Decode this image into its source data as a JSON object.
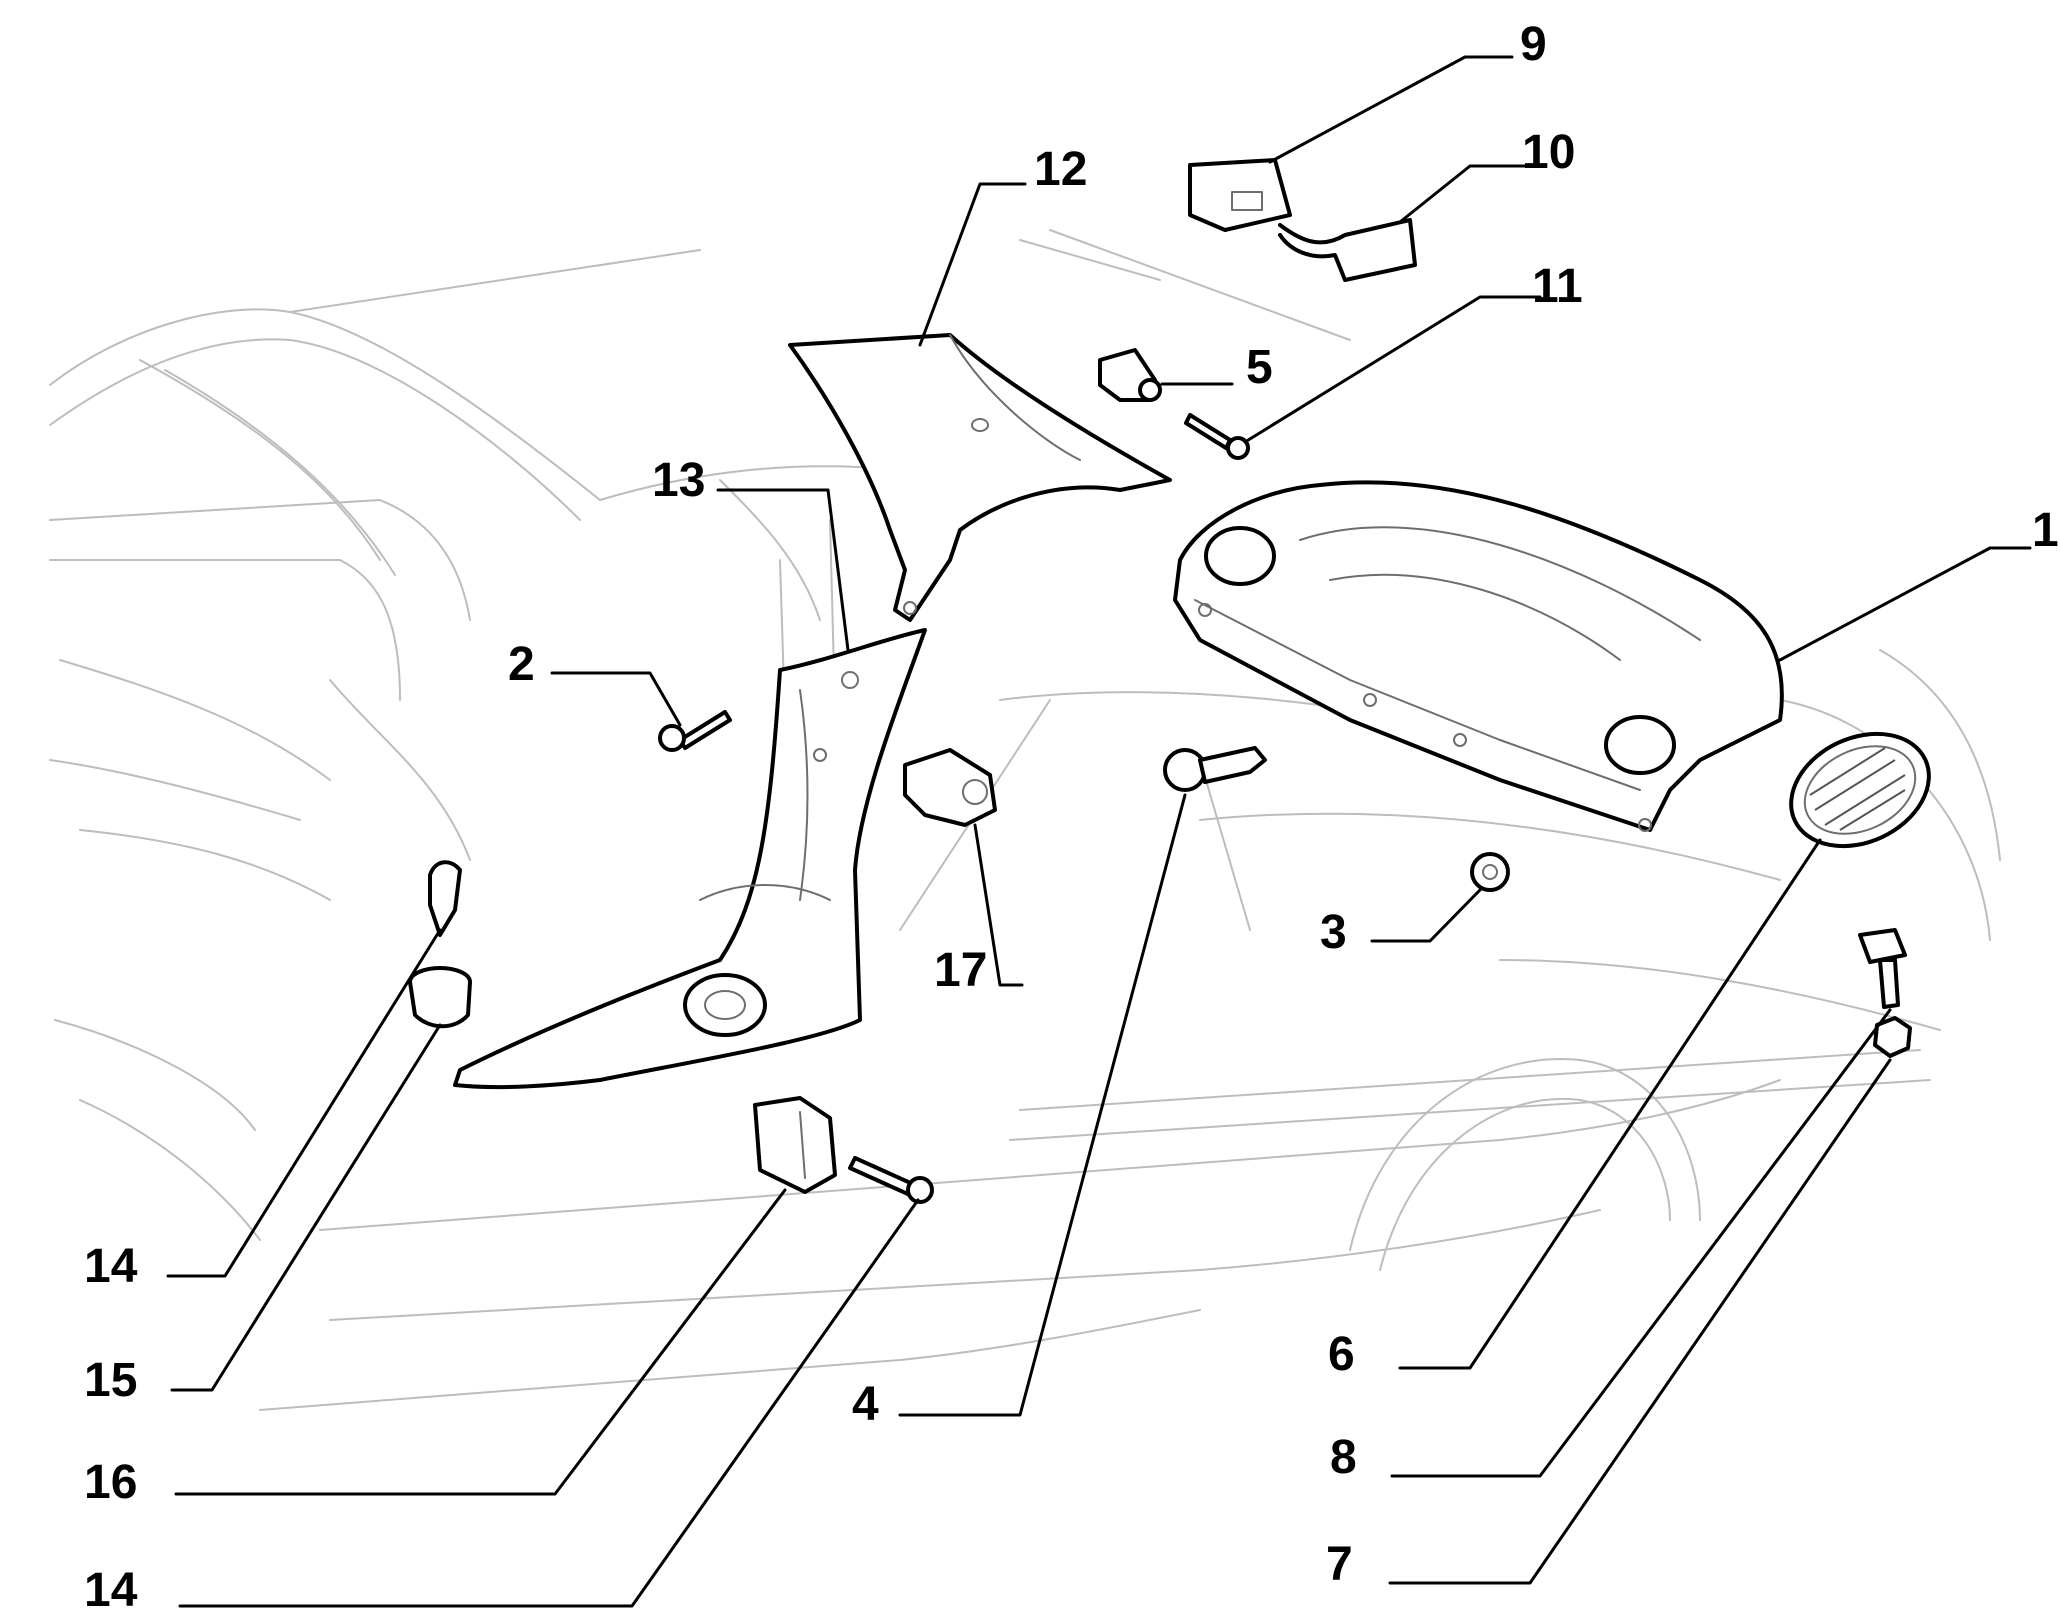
{
  "diagram": {
    "callouts": [
      {
        "id": "c1",
        "label": "1"
      },
      {
        "id": "c2",
        "label": "2"
      },
      {
        "id": "c3",
        "label": "3"
      },
      {
        "id": "c4",
        "label": "4"
      },
      {
        "id": "c5",
        "label": "5"
      },
      {
        "id": "c6",
        "label": "6"
      },
      {
        "id": "c7",
        "label": "7"
      },
      {
        "id": "c8",
        "label": "8"
      },
      {
        "id": "c9",
        "label": "9"
      },
      {
        "id": "c10",
        "label": "10"
      },
      {
        "id": "c11",
        "label": "11"
      },
      {
        "id": "c12",
        "label": "12"
      },
      {
        "id": "c13",
        "label": "13"
      },
      {
        "id": "c14a",
        "label": "14"
      },
      {
        "id": "c15",
        "label": "15"
      },
      {
        "id": "c16",
        "label": "16"
      },
      {
        "id": "c14b",
        "label": "14"
      },
      {
        "id": "c17",
        "label": "17"
      }
    ]
  }
}
